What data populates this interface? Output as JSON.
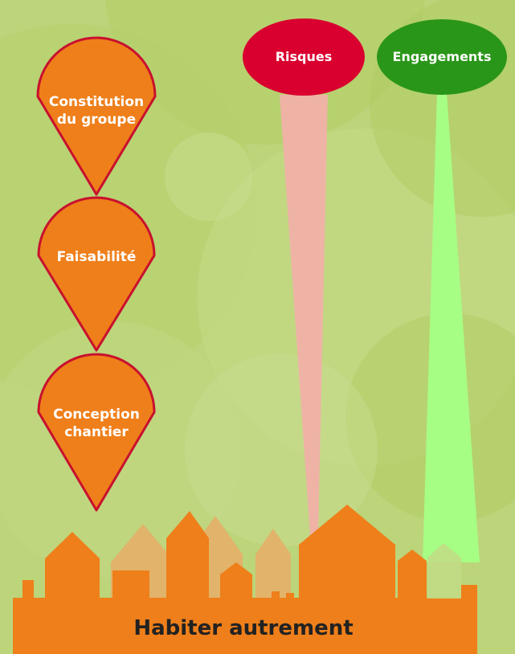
{
  "pins": [
    {
      "id": "constitution",
      "line1": "Constitution",
      "line2": "du groupe"
    },
    {
      "id": "faisabilite",
      "line1": "Faisabilité",
      "line2": ""
    },
    {
      "id": "conception",
      "line1": "Conception",
      "line2": "chantier"
    }
  ],
  "bubbles": {
    "risques": {
      "label": "Risques"
    },
    "engagements": {
      "label": "Engagements"
    }
  },
  "footer": {
    "title": "Habiter autrement"
  },
  "colors": {
    "background": "#bcd47a",
    "pin_fill": "#ef7f1a",
    "pin_stroke": "#c8102e",
    "risques_fill": "#d9002f",
    "risques_beam": "#eeb3a5",
    "engagements_fill": "#2a9619",
    "engagements_beam": "#a6ff84",
    "city": "#ef7f1a",
    "city_faded": "#e2b36a",
    "footer_text": "#222222"
  }
}
